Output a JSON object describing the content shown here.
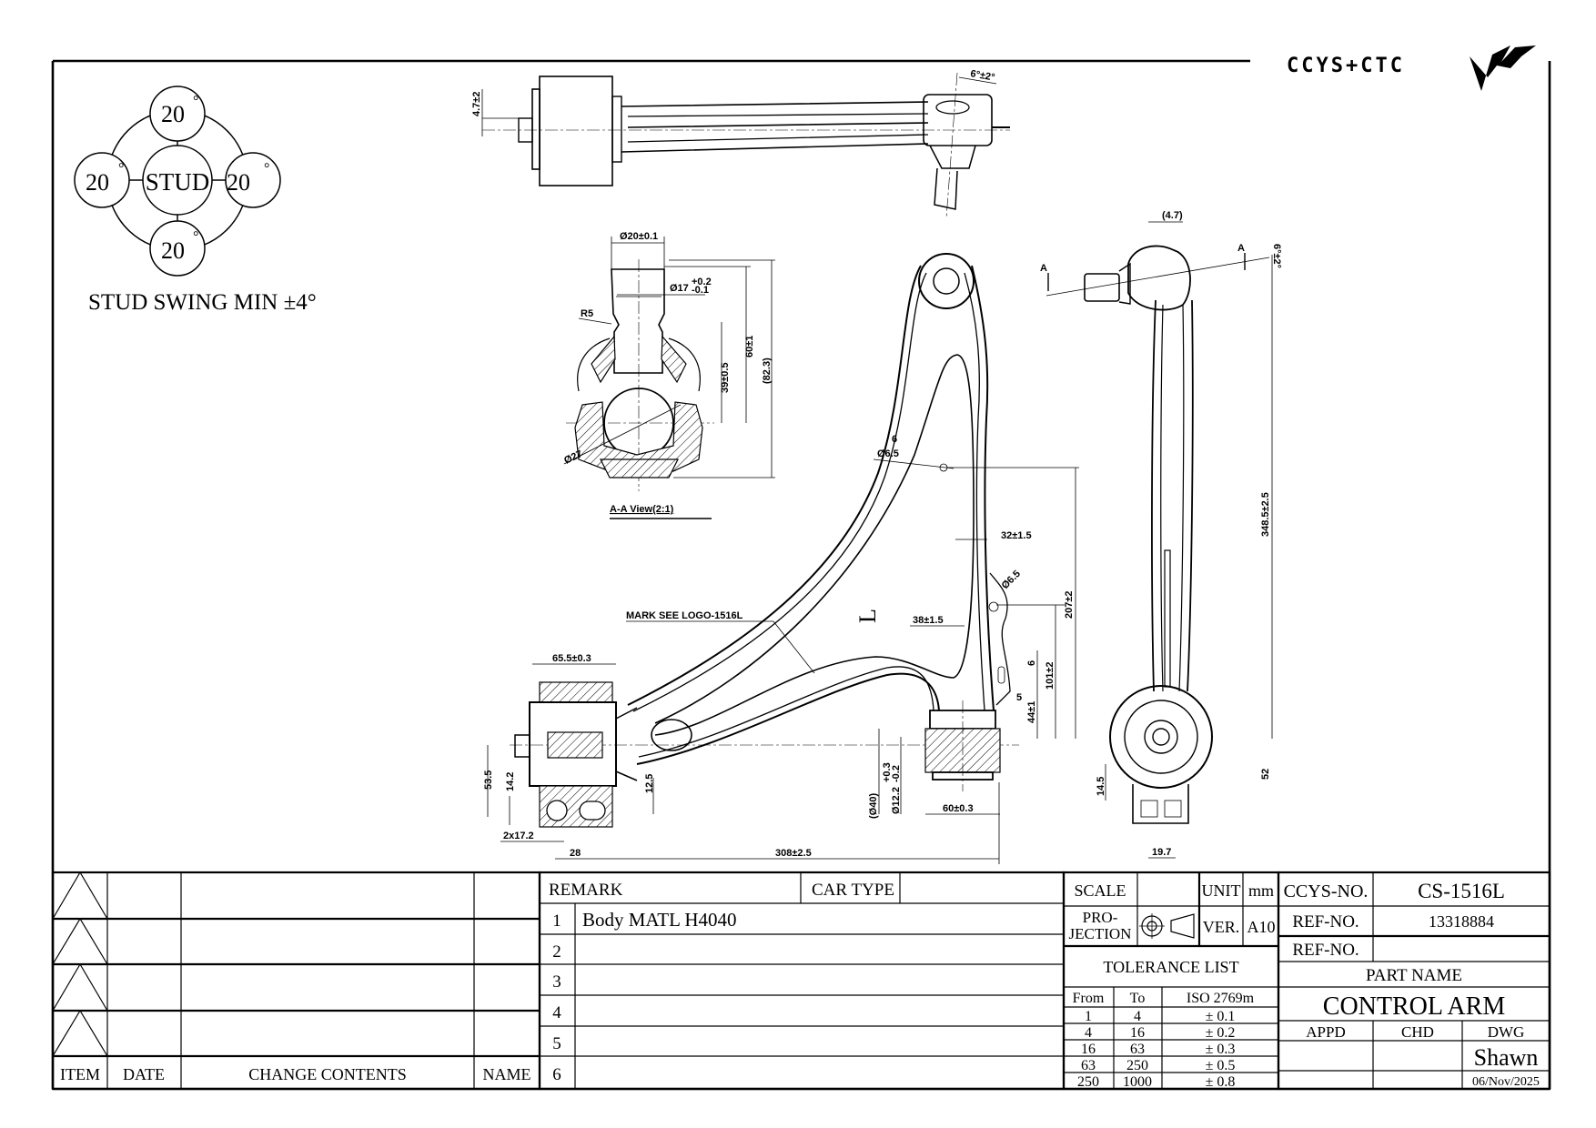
{
  "logo": {
    "text": "CCYS+CTC",
    "mark": "ccys-ctc-logo"
  },
  "stud_diagram": {
    "center_label": "STUD",
    "top_angle": "20",
    "left_angle": "20",
    "right_angle": "20",
    "bottom_angle": "20",
    "degree_mark": "°",
    "caption": "STUD SWING MIN ±4°"
  },
  "top_view": {
    "dim_offset": "4.7±2",
    "dim_angle": "6°±2°"
  },
  "section_view": {
    "title": "A-A View(2:1)",
    "dim_stud_dia": "Ø20±0.1",
    "dim_neck_dia": "Ø17",
    "dim_neck_tol_upper": "+0.2",
    "dim_neck_tol_lower": "-0.1",
    "dim_radius": "R5",
    "dim_ball_dia": "Ø27",
    "dim_height_39": "39±0.5",
    "dim_height_60": "60±1",
    "dim_height_ref": "(82.3)"
  },
  "main_view": {
    "mark_note": "MARK SEE LOGO-1516L",
    "side_mark": "L",
    "dim_6_top": "6",
    "dim_hole1": "Ø6.5",
    "dim_32": "32±1.5",
    "dim_hole2": "Ø6.5",
    "dim_207": "207±2",
    "dim_38": "38±1.5",
    "dim_6_side": "6",
    "dim_101": "101±2",
    "dim_5": "5",
    "dim_44": "44±1",
    "dim_65_5": "65.5±0.3",
    "dim_53_5": "53.5",
    "dim_14_2": "14.2",
    "dim_12_5": "12.5",
    "dim_2x17_2": "2x17.2",
    "dim_28": "28",
    "dim_308": "308±2.5",
    "dim_40": "(Ø40)",
    "dim_12_2": "Ø12.2",
    "dim_12_2_tol_upper": "+0.3",
    "dim_12_2_tol_lower": "-0.2",
    "dim_60": "60±0.3"
  },
  "side_view": {
    "dim_4_7": "(4.7)",
    "section_mark_left": "A",
    "section_mark_right": "A",
    "dim_angle": "6°±2°",
    "dim_348_5": "348.5±2.5",
    "dim_52": "52",
    "dim_14_5": "14.5",
    "dim_19_7": "19.7"
  },
  "revision_table": {
    "headers": {
      "item": "ITEM",
      "date": "DATE",
      "change": "CHANGE CONTENTS",
      "name": "NAME"
    }
  },
  "remark_table": {
    "remark_label": "REMARK",
    "car_type_label": "CAR TYPE",
    "car_type_value": "",
    "rows": [
      {
        "no": "1",
        "text": "Body MATL H4040"
      },
      {
        "no": "2",
        "text": ""
      },
      {
        "no": "3",
        "text": ""
      },
      {
        "no": "4",
        "text": ""
      },
      {
        "no": "5",
        "text": ""
      },
      {
        "no": "6",
        "text": ""
      }
    ]
  },
  "title_block": {
    "scale_label": "SCALE",
    "scale_value": "",
    "unit_label": "UNIT",
    "unit_value": "mm",
    "projection_label_1": "PRO-",
    "projection_label_2": "JECTION",
    "version_label": "VER.",
    "version_value": "A10",
    "tolerance_title": "TOLERANCE LIST",
    "tolerance_headers": [
      "From",
      "To",
      "ISO 2769m"
    ],
    "tolerance_rows": [
      [
        "1",
        "4",
        "± 0.1"
      ],
      [
        "4",
        "16",
        "± 0.2"
      ],
      [
        "16",
        "63",
        "± 0.3"
      ],
      [
        "63",
        "250",
        "± 0.5"
      ],
      [
        "250",
        "1000",
        "± 0.8"
      ]
    ],
    "ccys_no_label": "CCYS-NO.",
    "ccys_no_value": "CS-1516L",
    "ref_no_label_1": "REF-NO.",
    "ref_no_value_1": "13318884",
    "ref_no_label_2": "REF-NO.",
    "ref_no_value_2": "",
    "part_name_label": "PART NAME",
    "part_name_value": "CONTROL ARM",
    "appd_label": "APPD",
    "chd_label": "CHD",
    "dwg_label": "DWG",
    "drawn_by": "Shawn",
    "date": "06/Nov/2025"
  }
}
